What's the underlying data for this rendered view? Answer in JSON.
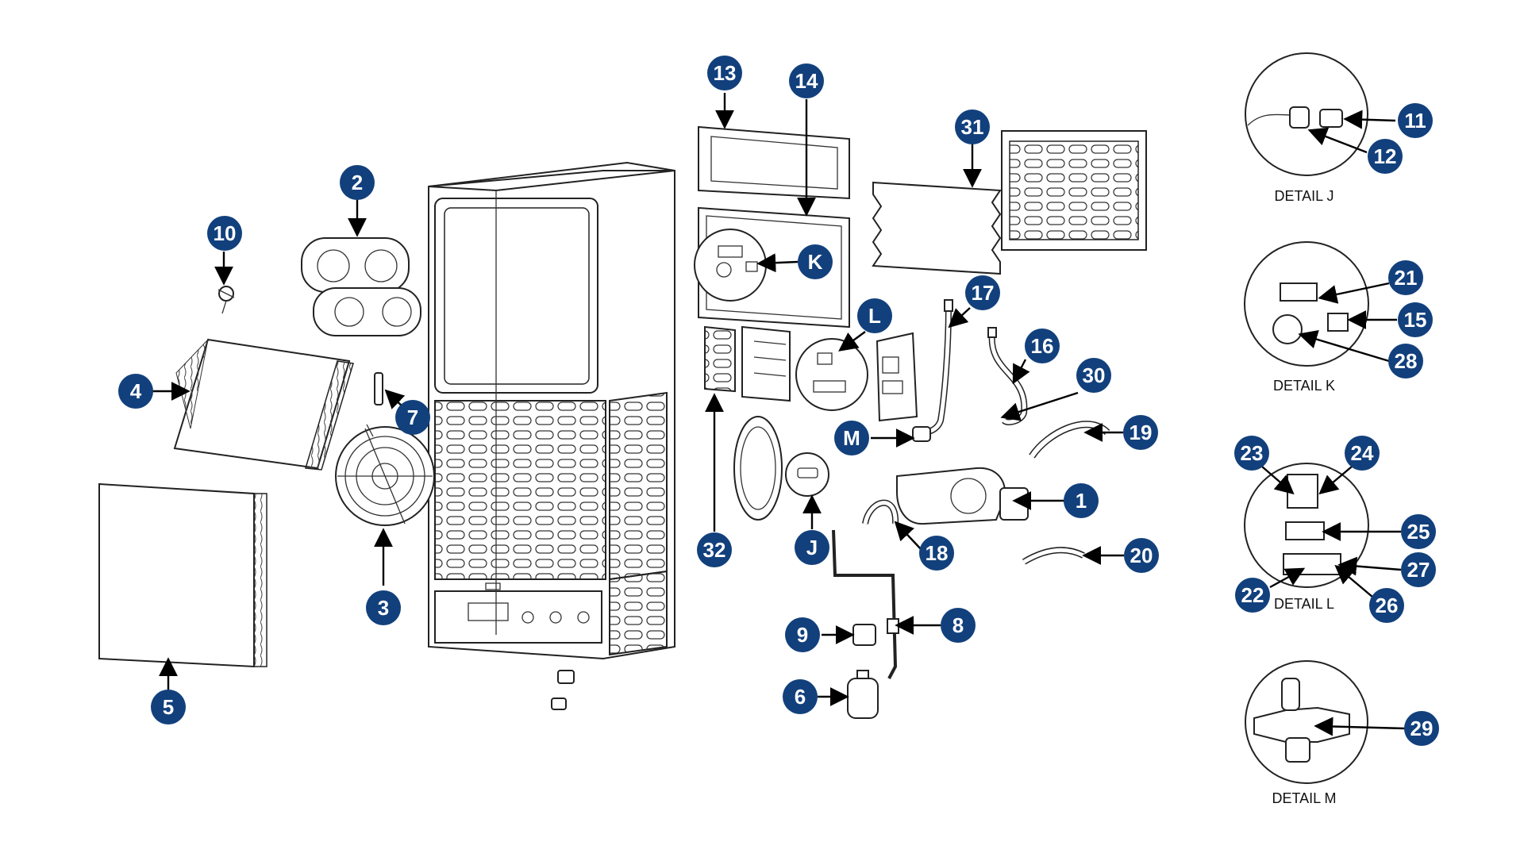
{
  "colors": {
    "badge": "#12407c",
    "badge_text": "#ffffff",
    "line": "#000000"
  },
  "callouts": {
    "n1": "1",
    "n2": "2",
    "n3": "3",
    "n4": "4",
    "n5": "5",
    "n6": "6",
    "n7": "7",
    "n8": "8",
    "n9": "9",
    "n10": "10",
    "n11": "11",
    "n12": "12",
    "n13": "13",
    "n14": "14",
    "n15": "15",
    "n16": "16",
    "n17": "17",
    "n18": "18",
    "n19": "19",
    "n20": "20",
    "n21": "21",
    "n22": "22",
    "n23": "23",
    "n24": "24",
    "n25": "25",
    "n26": "26",
    "n27": "27",
    "n28": "28",
    "n29": "29",
    "n30": "30",
    "n31": "31",
    "n32": "32",
    "nJ": "J",
    "nK": "K",
    "nL": "L",
    "nM": "M"
  },
  "details": {
    "j": "DETAIL J",
    "k": "DETAIL K",
    "l": "DETAIL L",
    "m": "DETAIL M"
  }
}
